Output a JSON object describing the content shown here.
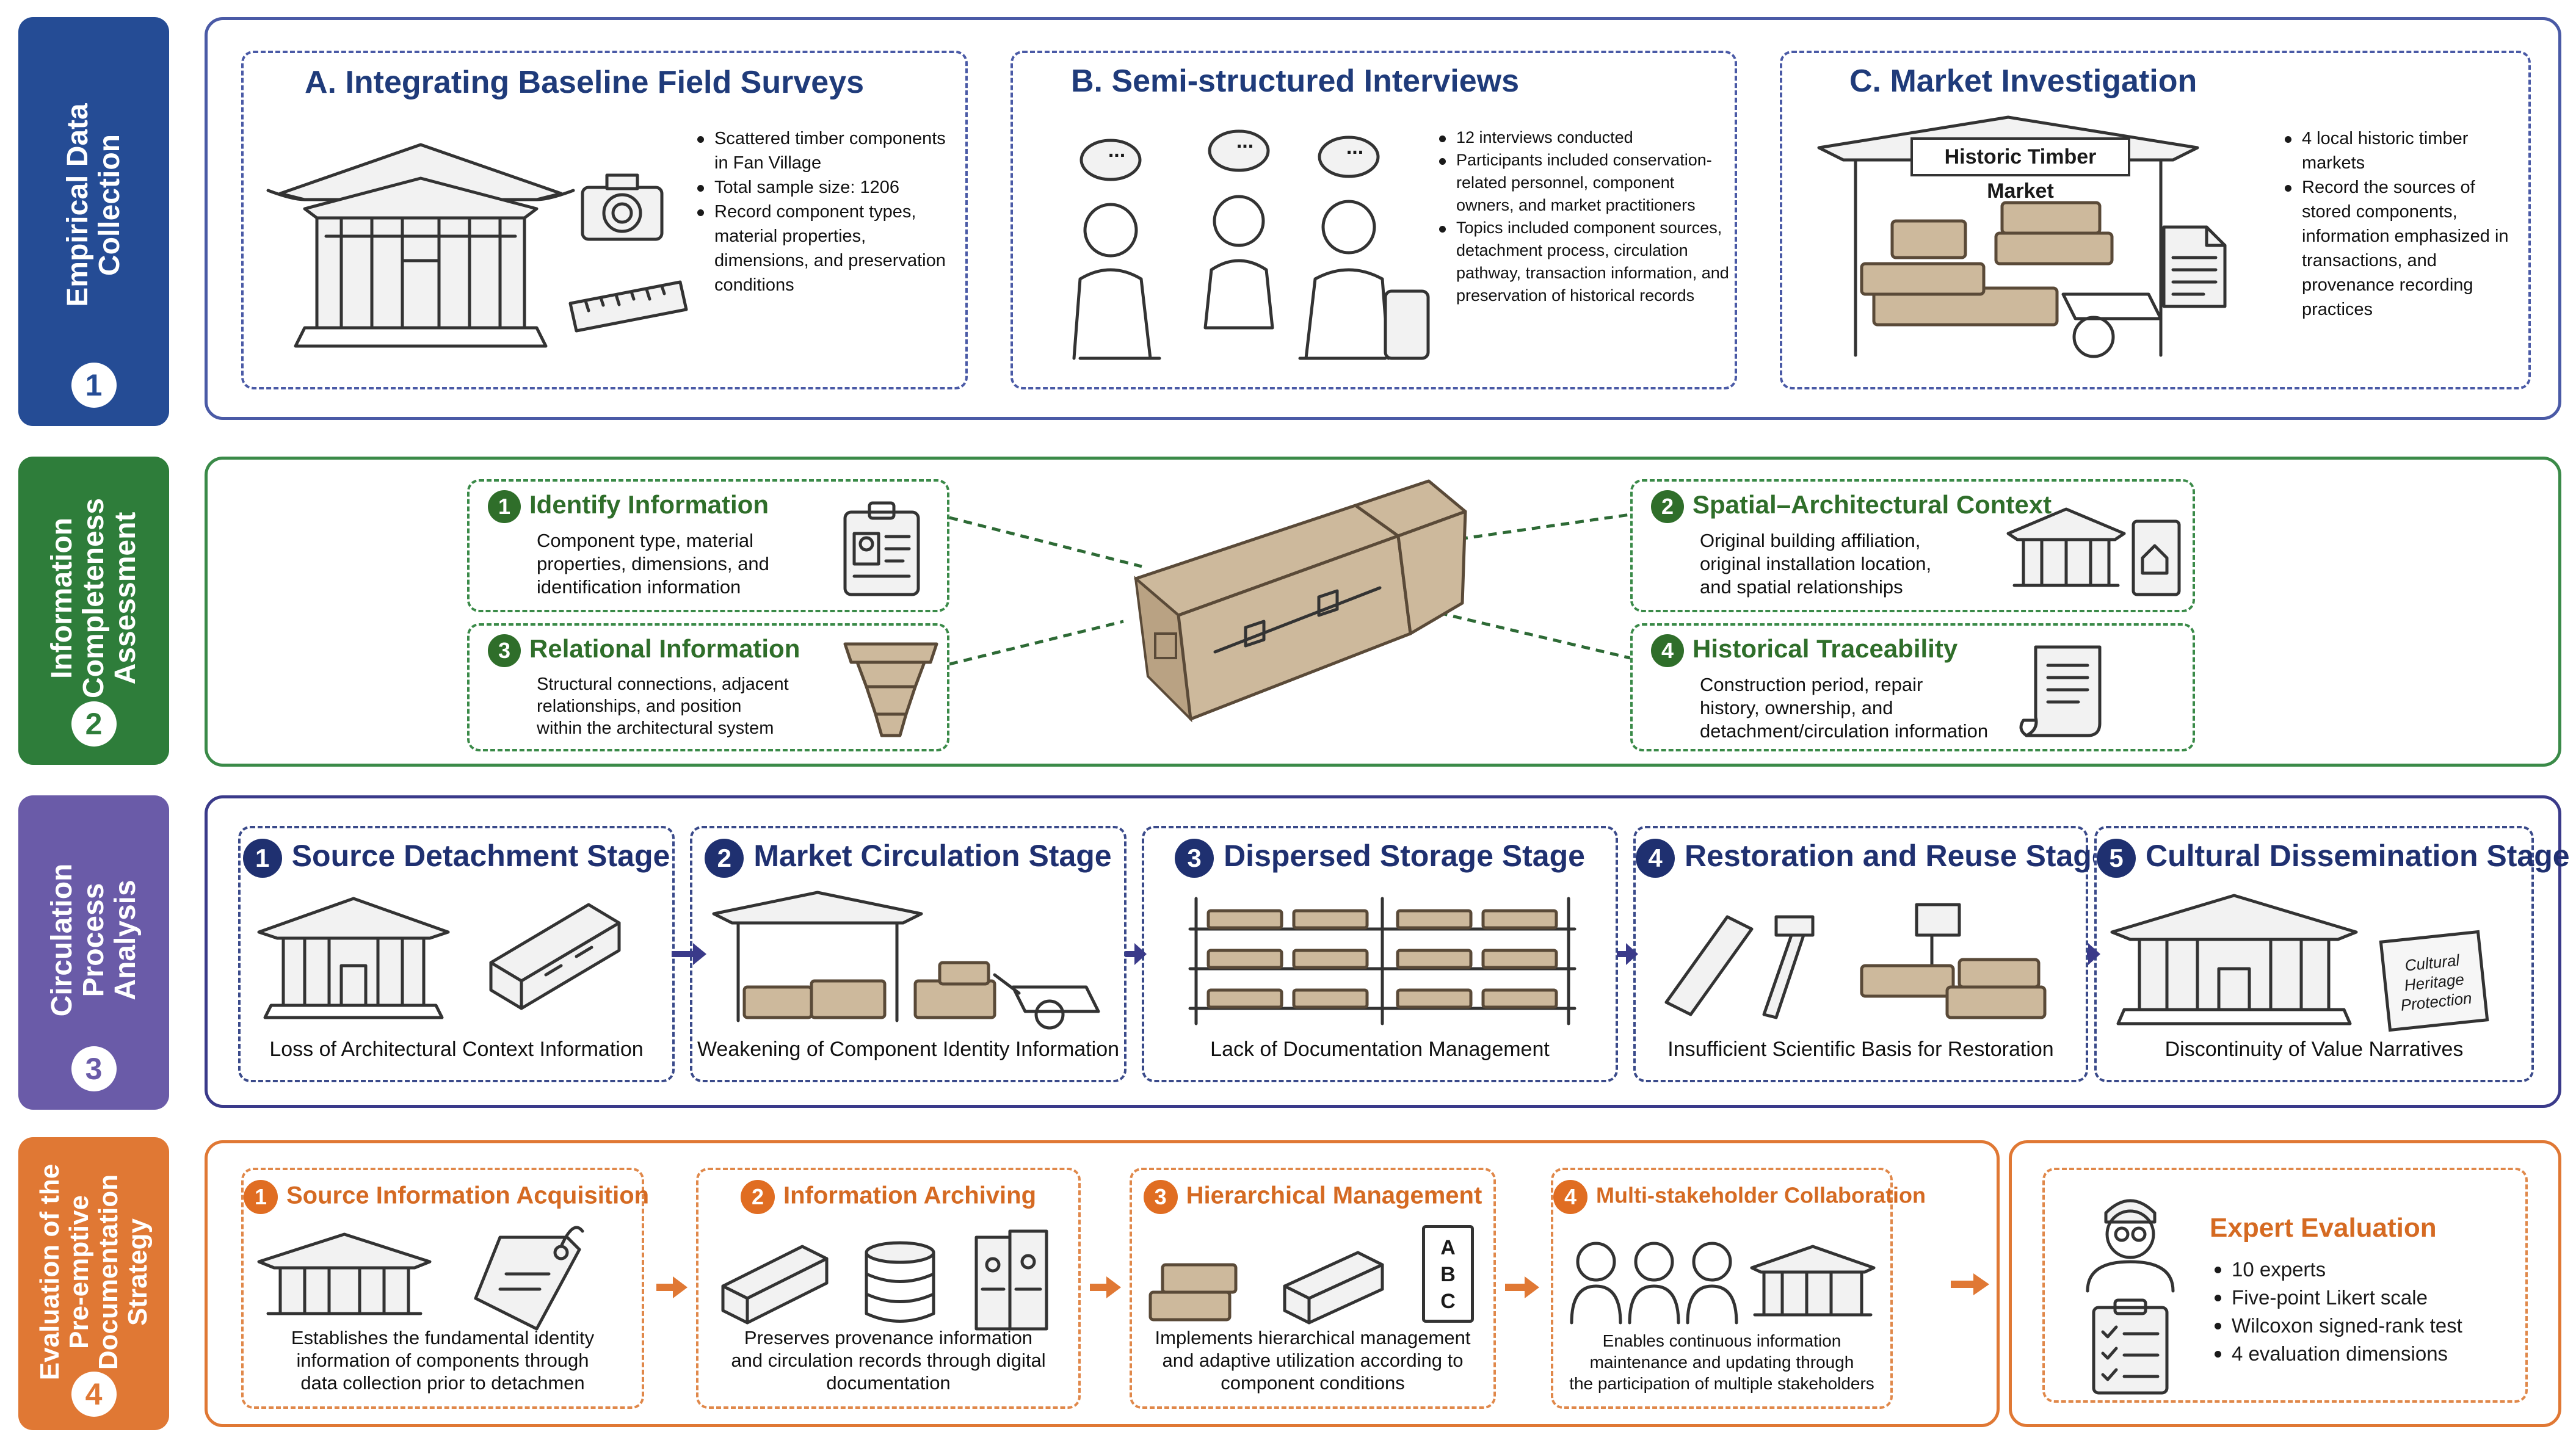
{
  "colors": {
    "section1": "#254c95",
    "section2": "#2e7d3a",
    "section3": "#6a5ba8",
    "section4": "#e07834"
  },
  "sections": [
    {
      "number": "1",
      "label_lines": [
        "Empirical Data",
        "Collection"
      ]
    },
    {
      "number": "2",
      "label_lines": [
        "Information",
        "Completeness",
        "Assessment"
      ]
    },
    {
      "number": "3",
      "label_lines": [
        "Circulation",
        "Process",
        "Analysis"
      ]
    },
    {
      "number": "4",
      "label_lines": [
        "Evaluation of the",
        "Pre-emptive",
        "Documentation",
        "Strategy"
      ]
    }
  ],
  "data_collection": {
    "field_surveys": {
      "title": "A. Integrating Baseline Field Surveys",
      "items": [
        "Scattered timber components in Fan Village",
        "Total sample size: 1206",
        "Record component types, material properties, dimensions, and preservation conditions"
      ]
    },
    "interviews": {
      "title": "B. Semi-structured Interviews",
      "bubble": "...",
      "items": [
        "12 interviews conducted",
        "Participants included conservation-related personnel, component owners, and market practitioners",
        "Topics included component sources, detachment process, circulation pathway, transaction information, and preservation of historical records"
      ]
    },
    "market": {
      "title": "C. Market Investigation",
      "sign": "Historic Timber Market",
      "items": [
        "4 local historic timber markets",
        "Record the sources of stored components, information emphasized in transactions, and provenance recording practices"
      ]
    }
  },
  "completeness": [
    {
      "num": "1",
      "title": "Identify Information",
      "desc_lines": [
        "Component type, material",
        "properties, dimensions, and",
        "identification information"
      ]
    },
    {
      "num": "2",
      "title": "Spatial–Architectural Context",
      "desc_lines": [
        "Original building affiliation,",
        "original installation location,",
        "and spatial relationships"
      ]
    },
    {
      "num": "3",
      "title": "Relational Information",
      "desc_lines": [
        "Structural connections, adjacent",
        "relationships, and position",
        "within the architectural system"
      ]
    },
    {
      "num": "4",
      "title": "Historical Traceability",
      "desc_lines": [
        "Construction period, repair",
        "history, ownership, and",
        "detachment/circulation information"
      ]
    }
  ],
  "circulation": [
    {
      "num": "1",
      "title": "Source Detachment Stage",
      "issue": "Loss of Architectural Context Information"
    },
    {
      "num": "2",
      "title": "Market Circulation Stage",
      "issue": "Weakening of Component Identity Information"
    },
    {
      "num": "3",
      "title": "Dispersed Storage Stage",
      "issue": "Lack of Documentation Management"
    },
    {
      "num": "4",
      "title": "Restoration and Reuse Stage",
      "issue": "Insufficient Scientific Basis for Restoration"
    },
    {
      "num": "5",
      "title": "Cultural Dissemination Stage",
      "issue": "Discontinuity of Value Narratives",
      "sign_lines": [
        "Cultural",
        "Heritage",
        "Protection"
      ]
    }
  ],
  "strategy": [
    {
      "num": "1",
      "title": "Source Information Acquisition",
      "desc_lines": [
        "Establishes the fundamental identity",
        "information of components through",
        "data collection prior to detachmen"
      ]
    },
    {
      "num": "2",
      "title": "Information Archiving",
      "desc_lines": [
        "Preserves provenance information",
        "and circulation records through digital",
        "documentation"
      ]
    },
    {
      "num": "3",
      "title": "Hierarchical Management",
      "book_letters": [
        "A",
        "B",
        "C"
      ],
      "desc_lines": [
        "Implements hierarchical management",
        "and adaptive utilization according to",
        "component conditions"
      ]
    },
    {
      "num": "4",
      "title": "Multi-stakeholder Collaboration",
      "desc_lines": [
        "Enables continuous information",
        "maintenance and updating through",
        "the participation of multiple stakeholders"
      ]
    }
  ],
  "expert": {
    "title": "Expert Evaluation",
    "items": [
      "10 experts",
      "Five-point Likert scale",
      "Wilcoxon signed-rank test",
      "4 evaluation dimensions"
    ]
  }
}
